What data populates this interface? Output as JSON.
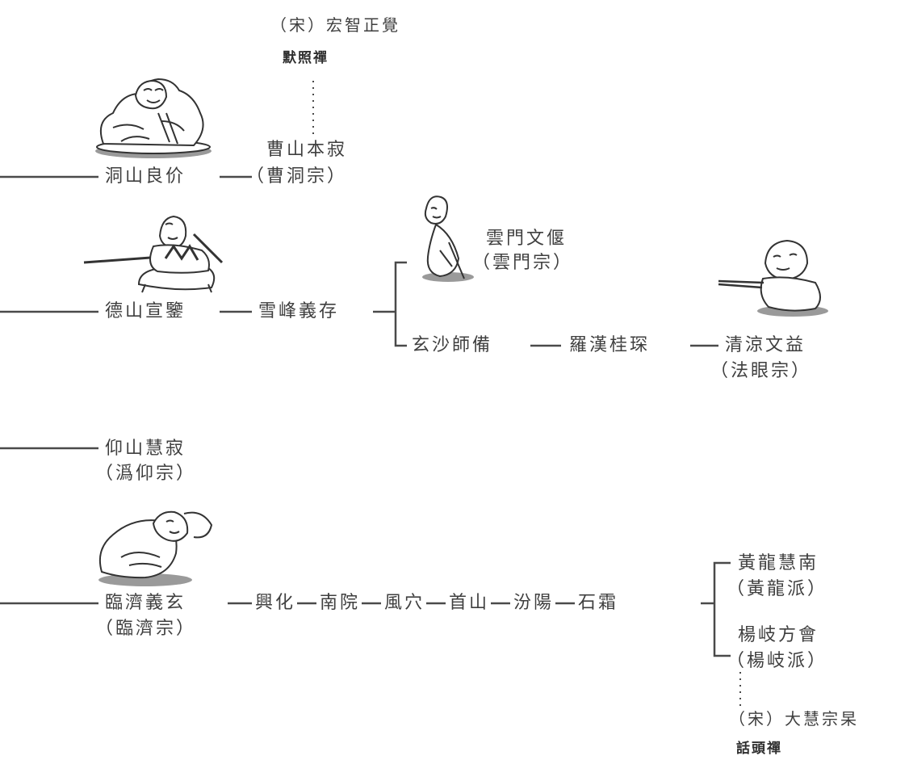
{
  "nodes": {
    "hongzhi": {
      "name": "（宋）宏智正覺",
      "note": "默照禪"
    },
    "caoshan": {
      "name": "曹山本寂",
      "school": "（曹洞宗）"
    },
    "dongshan": {
      "name": "洞山良价"
    },
    "deshan": {
      "name": "德山宣鑒"
    },
    "xuefeng": {
      "name": "雪峰義存"
    },
    "yunmen": {
      "name": "雲門文偃",
      "school": "（雲門宗）"
    },
    "xuansha": {
      "name": "玄沙師備"
    },
    "luohan": {
      "name": "羅漢桂琛"
    },
    "fayan": {
      "name": "清涼文益",
      "school": "（法眼宗）"
    },
    "yangshan": {
      "name": "仰山慧寂",
      "school": "（潙仰宗）"
    },
    "linji": {
      "name": "臨濟義玄",
      "school": "（臨濟宗）"
    },
    "chain": [
      "興化",
      "南院",
      "風穴",
      "首山",
      "汾陽",
      "石霜"
    ],
    "huanglong": {
      "name": "黃龍慧南",
      "school": "（黃龍派）"
    },
    "yangqi": {
      "name": "楊岐方會",
      "school": "（楊岐派）"
    },
    "dahui": {
      "name": "（宋）大慧宗杲",
      "note": "話頭禪"
    }
  },
  "colors": {
    "line": "#4a4a4a",
    "text": "#3f3f3f",
    "figure": "#333333",
    "shadow": "#9a9a9a"
  }
}
